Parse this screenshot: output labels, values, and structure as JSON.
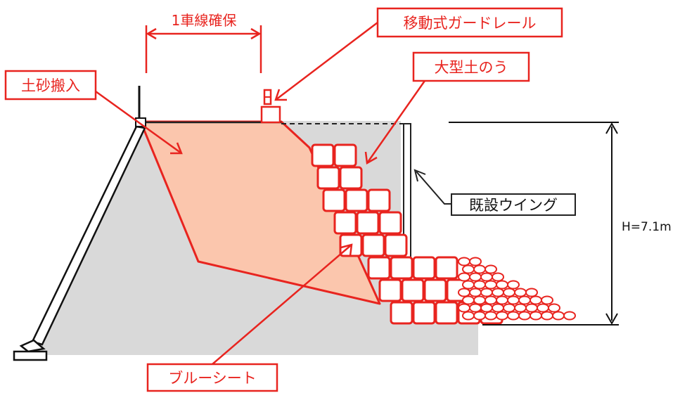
{
  "labels": {
    "lane": "1車線確保",
    "guardrail": "移動式ガードレール",
    "soil_in": "土砂搬入",
    "sandbags": "大型土のう",
    "wing": "既設ウイング",
    "height": "H=7.1m",
    "blue_sheet": "ブルーシート"
  },
  "colors": {
    "accent_red": "#e8241f",
    "fill_soil": "#fbc6ad",
    "ground_gray": "#d9d9d9"
  }
}
